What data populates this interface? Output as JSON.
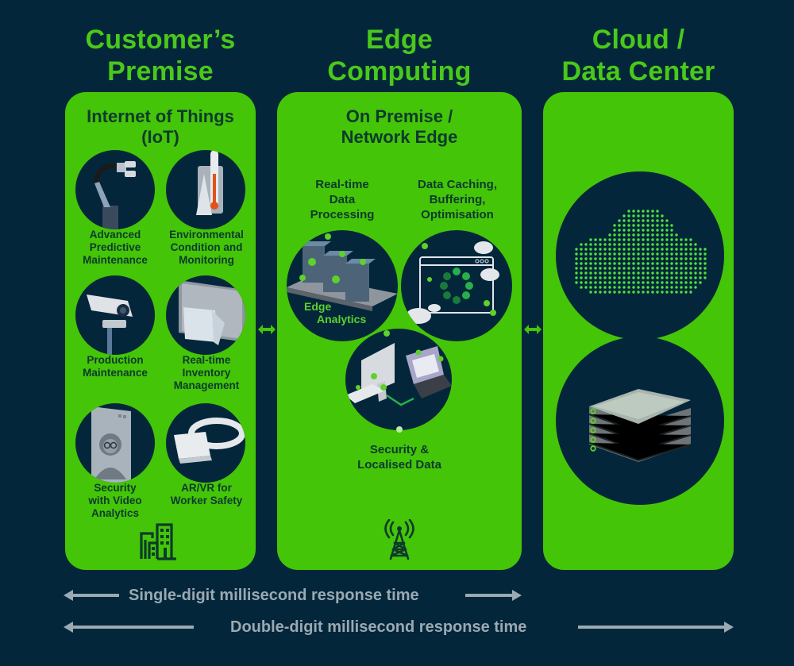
{
  "columns": {
    "customer": {
      "title_lines": [
        "Customer’s",
        "Premise"
      ],
      "heading_lines": [
        "Internet of Things",
        "(IoT)"
      ],
      "items": [
        {
          "icon": "robotic-arm-icon",
          "label_lines": [
            "Advanced",
            "Predictive",
            "Maintenance"
          ]
        },
        {
          "icon": "thermometer-icon",
          "label_lines": [
            "Environmental",
            "Condition and",
            "Monitoring"
          ]
        },
        {
          "icon": "security-camera-icon",
          "label_lines": [
            "Production",
            "Maintenance"
          ]
        },
        {
          "icon": "folder-screen-icon",
          "label_lines": [
            "Real-time",
            "Inventory",
            "Management"
          ]
        },
        {
          "icon": "video-person-icon",
          "label_lines": [
            "Security",
            "with Video",
            "Analytics"
          ]
        },
        {
          "icon": "vr-headset-icon",
          "label_lines": [
            "AR/VR for",
            "Worker Safety"
          ]
        }
      ],
      "footer_icon": "buildings-icon"
    },
    "edge": {
      "title_lines": [
        "Edge",
        "Computing"
      ],
      "heading_lines": [
        "On Premise /",
        "Network Edge"
      ],
      "items": [
        {
          "icon": "server-racks-icon",
          "label_lines": [
            "Real-time",
            "Data",
            "Processing"
          ],
          "overlay_lines": [
            "Edge",
            "Analytics"
          ]
        },
        {
          "icon": "loading-window-clouds-icon",
          "label_lines": [
            "Data Caching,",
            "Buffering,",
            "Optimisation"
          ]
        },
        {
          "icon": "computer-laptop-network-icon",
          "label_lines": [
            "Security &",
            "Localised Data"
          ]
        }
      ],
      "footer_icon": "cell-tower-icon"
    },
    "cloud": {
      "title_lines": [
        "Cloud /",
        "Data Center"
      ],
      "items": [
        {
          "icon": "dotted-cloud-icon"
        },
        {
          "icon": "server-stack-icon"
        }
      ]
    }
  },
  "connectors": [
    "bidirectional-arrow",
    "bidirectional-arrow"
  ],
  "timelines": [
    {
      "label": "Single-digit millisecond response time",
      "span": "customer-to-edge"
    },
    {
      "label": "Double-digit millisecond response time",
      "span": "customer-to-cloud"
    }
  ],
  "colors": {
    "background": "#03263b",
    "panel_green": "#44c508",
    "title_green": "#49c91a",
    "dark_text": "#0d3a2c",
    "timeline_gray": "#9aa9b2"
  }
}
